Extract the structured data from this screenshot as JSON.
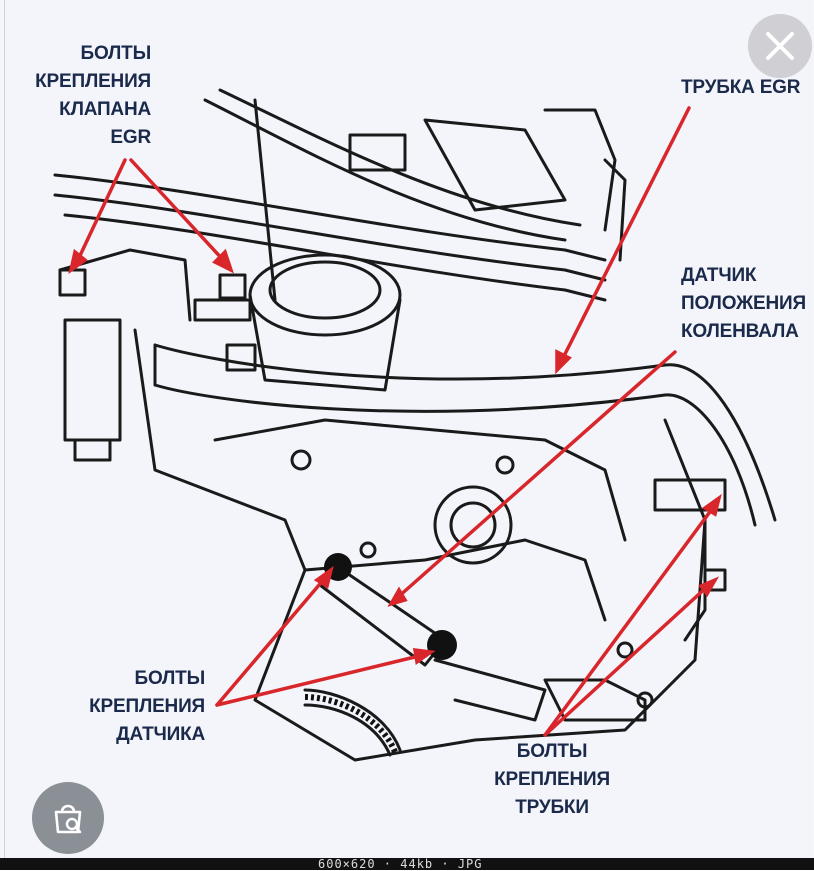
{
  "labels": {
    "egr_valve_bolts": [
      "БОЛТЫ",
      "КРЕПЛЕНИЯ",
      "КЛАПАНА",
      "EGR"
    ],
    "egr_tube": "ТРУБКА EGR",
    "crank_sensor": [
      "ДАТЧИК",
      "ПОЛОЖЕНИЯ",
      "КОЛЕНВАЛА"
    ],
    "sensor_bolts": [
      "БОЛТЫ",
      "КРЕПЛЕНИЯ",
      "ДАТЧИКА"
    ],
    "tube_bolts": [
      "БОЛТЫ",
      "КРЕПЛЕНИЯ",
      "ТРУБКИ"
    ]
  },
  "bottom_caption": "600×620 · 44kb · JPG",
  "icons": {
    "close": "close-icon",
    "lens": "visual-search-icon"
  },
  "colors": {
    "arrow": "#d8262b",
    "label_text": "#1b2a4a",
    "line_art": "#1a1a1a",
    "background": "#f3f5fb"
  }
}
